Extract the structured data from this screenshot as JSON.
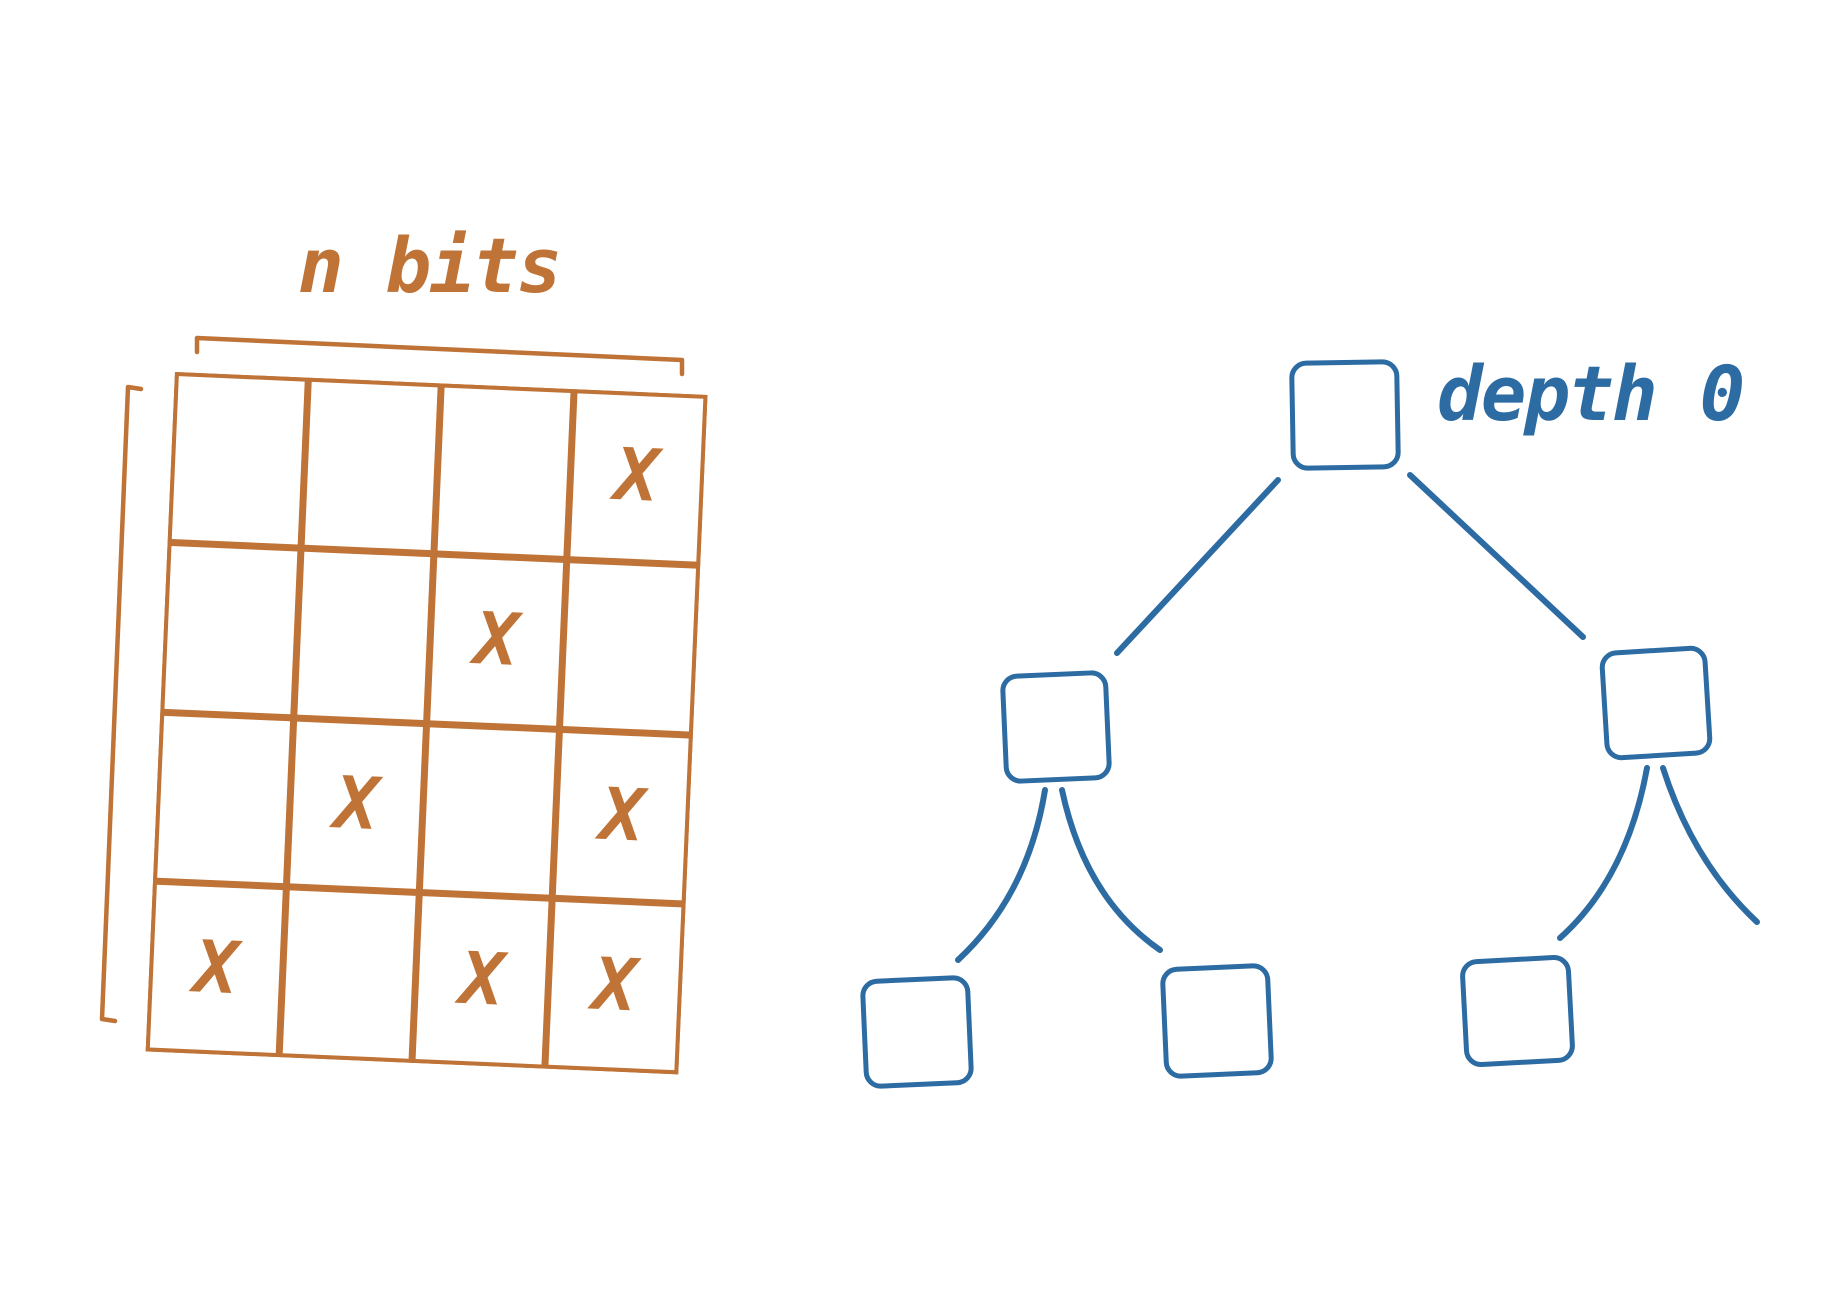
{
  "figure": {
    "background_color": "#ffffff",
    "grid": {
      "label": "n bits",
      "color": "#bf7336",
      "rows": 4,
      "cols": 4,
      "x_symbol": "X",
      "x_cells": [
        [
          1,
          4
        ],
        [
          2,
          3
        ],
        [
          3,
          2
        ],
        [
          3,
          4
        ],
        [
          4,
          1
        ],
        [
          4,
          3
        ],
        [
          4,
          4
        ]
      ]
    },
    "tree": {
      "color": "#2d6ba3",
      "depth_label": "depth 0",
      "nodes": [
        {
          "id": "root",
          "depth": 0
        },
        {
          "id": "left",
          "depth": 1
        },
        {
          "id": "right",
          "depth": 1
        },
        {
          "id": "left-left",
          "depth": 2
        },
        {
          "id": "left-right",
          "depth": 2
        },
        {
          "id": "right-left",
          "depth": 2
        }
      ],
      "edges": [
        [
          "root",
          "left"
        ],
        [
          "root",
          "right"
        ],
        [
          "left",
          "left-left"
        ],
        [
          "left",
          "left-right"
        ],
        [
          "right",
          "right-left"
        ],
        [
          "right",
          "right-right-offscreen"
        ]
      ]
    }
  }
}
